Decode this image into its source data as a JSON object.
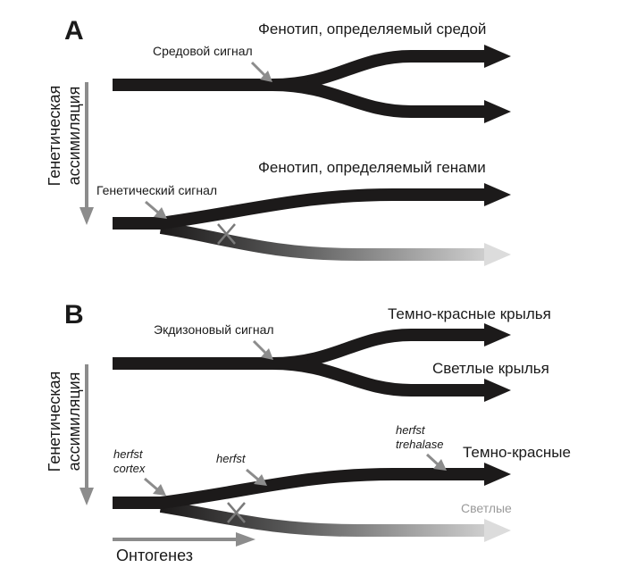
{
  "panel_a": {
    "letter": "A",
    "side_label_line1": "Генетическая",
    "side_label_line2": "ассимиляция",
    "top_outcome": "Фенотип, определяемый средой",
    "top_signal": "Средовой сигнал",
    "bottom_outcome": "Фенотип, определяемый генами",
    "bottom_signal": "Генетический сигнал"
  },
  "panel_b": {
    "letter": "B",
    "side_label_line1": "Генетическая",
    "side_label_line2": "ассимиляция",
    "top_signal": "Экдизоновый сигнал",
    "top_outcome_1": "Темно-красные крылья",
    "top_outcome_2": "Светлые крылья",
    "gene_1_line1": "herfst",
    "gene_1_line2": "cortex",
    "gene_2": "herfst",
    "gene_3_line1": "herfst",
    "gene_3_line2": "trehalase",
    "bottom_outcome_dark": "Темно-красные",
    "bottom_outcome_light": "Светлые",
    "ontogenesis": "Онтогенез"
  },
  "colors": {
    "dark_path": "#1c1a1a",
    "signal_arrow": "#8c8c8c",
    "faded_path_end": "#d9d9d9"
  }
}
